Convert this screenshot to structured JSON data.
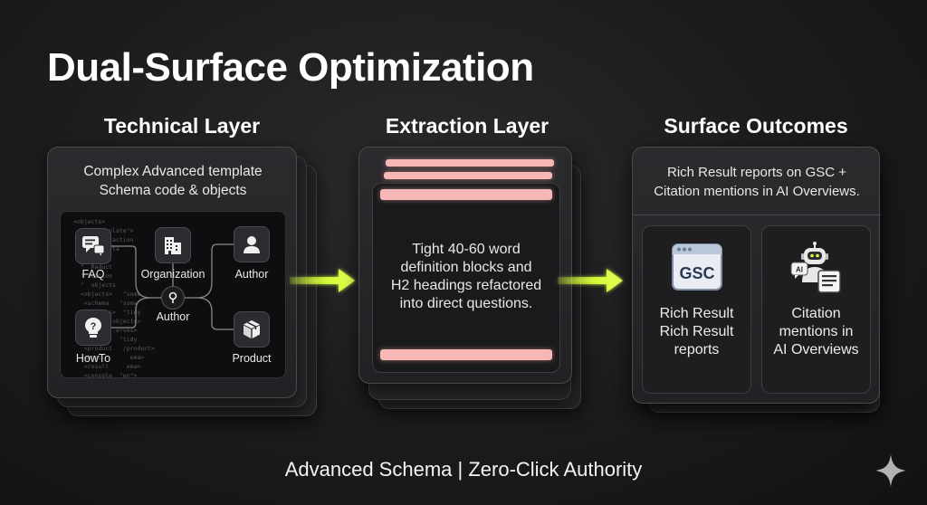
{
  "title": "Dual-Surface Optimization",
  "columns": {
    "technical": {
      "heading": "Technical Layer",
      "description_line1": "Complex Advanced template",
      "description_line2": "Schema code & objects",
      "nodes": {
        "faq": "FAQ",
        "organization": "Organization",
        "author_top": "Author",
        "author_hub": "Author",
        "howto": "HowTo",
        "product": "Product"
      },
      "code_snippet": "<objects>\n  :el:\"template\">\n  schema   action\n  \"scheme  ta\n  \"  HowTo\n  \"  Reduct\n  \" luation\n  \"  objects\n  <objects>   \"some\n   <schema   \"some\n   <objects>  \"tidy\n  <auth    objects>\n  </auth   .erves>\n   <number   \"tidy\n   <product   /product>\n   <host        ema>\n   <result     ema>\n   <console  \"en\">\n  <ome    name=\"and object\">\n  </structures>"
    },
    "extraction": {
      "heading": "Extraction Layer",
      "text_line1": "Tight 40-60 word",
      "text_line2": "definition blocks and",
      "text_line3": "H2 headings refactored",
      "text_line4": "into direct questions."
    },
    "outcomes": {
      "heading": "Surface Outcomes",
      "description_line1": "Rich Result reports on GSC +",
      "description_line2": "Citation mentions in AI Overviews.",
      "gsc_icon_text": "GSC",
      "ai_icon_text": "AI",
      "card1_line1": "Rich Result",
      "card1_line2": "Rich Result",
      "card1_line3": "reports",
      "card2_line1": "Citation",
      "card2_line2": "mentions in",
      "card2_line3": "AI Overviews"
    }
  },
  "footer": "Advanced Schema | Zero-Click Authority",
  "colors": {
    "arrow": "#d7ff3a",
    "highlight_bar": "#f7b7b7",
    "background": "#1b1b1d"
  },
  "icons": [
    "faq-chat-icon",
    "organization-building-icon",
    "author-person-icon",
    "howto-question-icon",
    "product-box-icon",
    "hub-pin-icon",
    "gsc-browser-icon",
    "ai-robot-icon",
    "sparkle-icon"
  ]
}
